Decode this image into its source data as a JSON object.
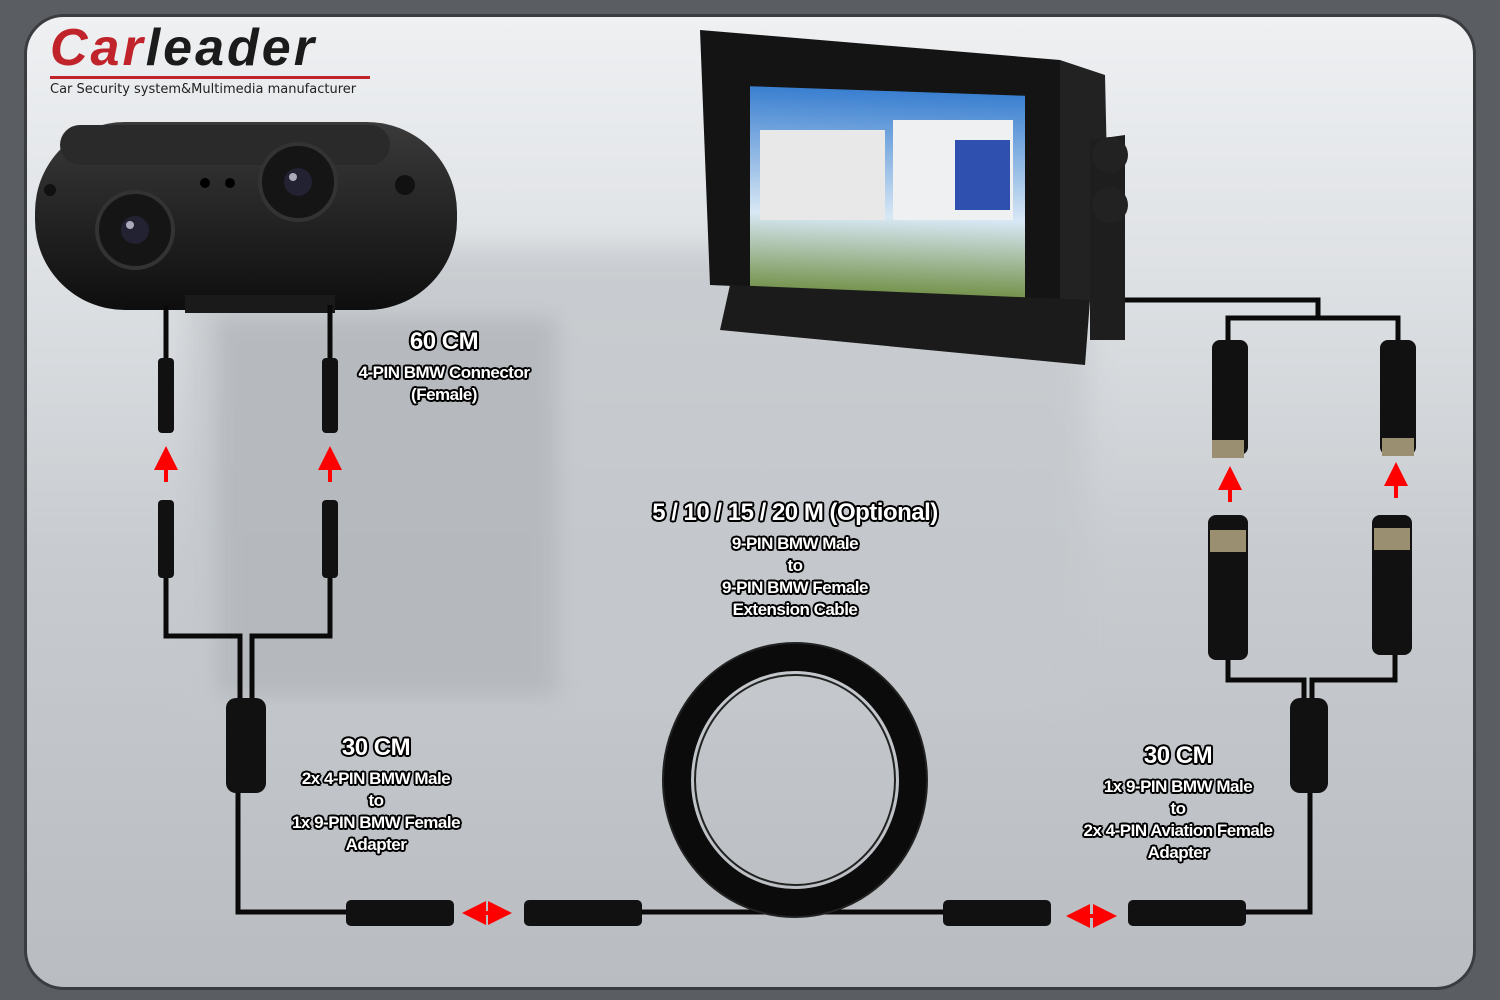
{
  "logo": {
    "brand_red": "Car",
    "brand_black": "leader",
    "tagline": "Car Security system&Multimedia manufacturer"
  },
  "labels": {
    "camera_cable": {
      "length": "60 CM",
      "line1": "4-PIN BMW Connector",
      "line2": "(Female)"
    },
    "left_adapter": {
      "length": "30 CM",
      "line1": "2x 4-PIN BMW Male",
      "line2": "to",
      "line3": "1x 9-PIN BMW Female",
      "line4": "Adapter"
    },
    "extension": {
      "length": "5 / 10 / 15 / 20 M (Optional)",
      "line1": "9-PIN BMW Male",
      "line2": "to",
      "line3": "9-PIN BMW Female",
      "line4": "Extension Cable"
    },
    "right_adapter": {
      "length": "30 CM",
      "line1": "1x 9-PIN BMW Male",
      "line2": "to",
      "line3": "2x 4-PIN Aviation Female",
      "line4": "Adapter"
    }
  },
  "colors": {
    "accent": "#c0242a",
    "arrow": "#ff0000",
    "cable": "#0a0a0a"
  }
}
